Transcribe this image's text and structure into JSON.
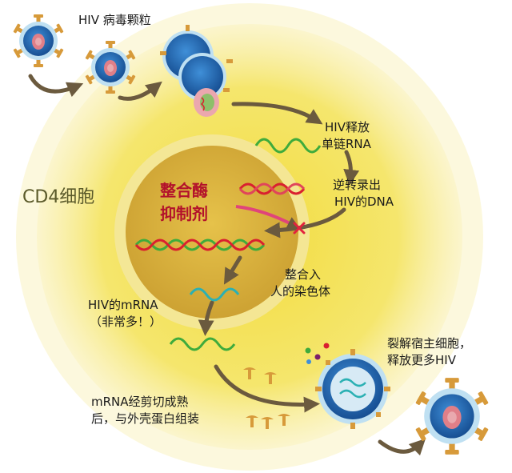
{
  "labels": {
    "virion": "HIV 病毒颗粒",
    "release_rna_1": "HIV释放",
    "release_rna_2": "单链RNA",
    "reverse_1": "逆转录出",
    "reverse_2": "HIV的DNA",
    "cell": "CD4细胞",
    "inhibitor_1": "整合酶",
    "inhibitor_2": "抑制剂",
    "integrate_1": "整合入",
    "integrate_2": "人的染色体",
    "mrna_1": "HIV的mRNA",
    "mrna_2": "（非常多！）",
    "assemble_1": "mRNA经剪切成熟",
    "assemble_2": "后，与外壳蛋白组装",
    "lyse_1": "裂解宿主细胞，",
    "lyse_2": "释放更多HIV"
  },
  "colors": {
    "cell_outer": "#f7ec96",
    "cell_inner": "#f1dc45",
    "nucleus": "#d8b53b",
    "virus_capsule": "#2a67b4",
    "virus_core": "#e07f88",
    "spike": "#d79a3a",
    "rna_green": "#3fab3c",
    "rna_teal": "#2bb0b3",
    "dna_red": "#d9202f",
    "arrow": "#6b5a3e",
    "inhibitor_mark": "#e2223d"
  },
  "icons": [
    "hiv-virion-icon",
    "rna-strand-icon",
    "dna-helix-icon",
    "envelope-protein-icon",
    "block-x-icon"
  ]
}
